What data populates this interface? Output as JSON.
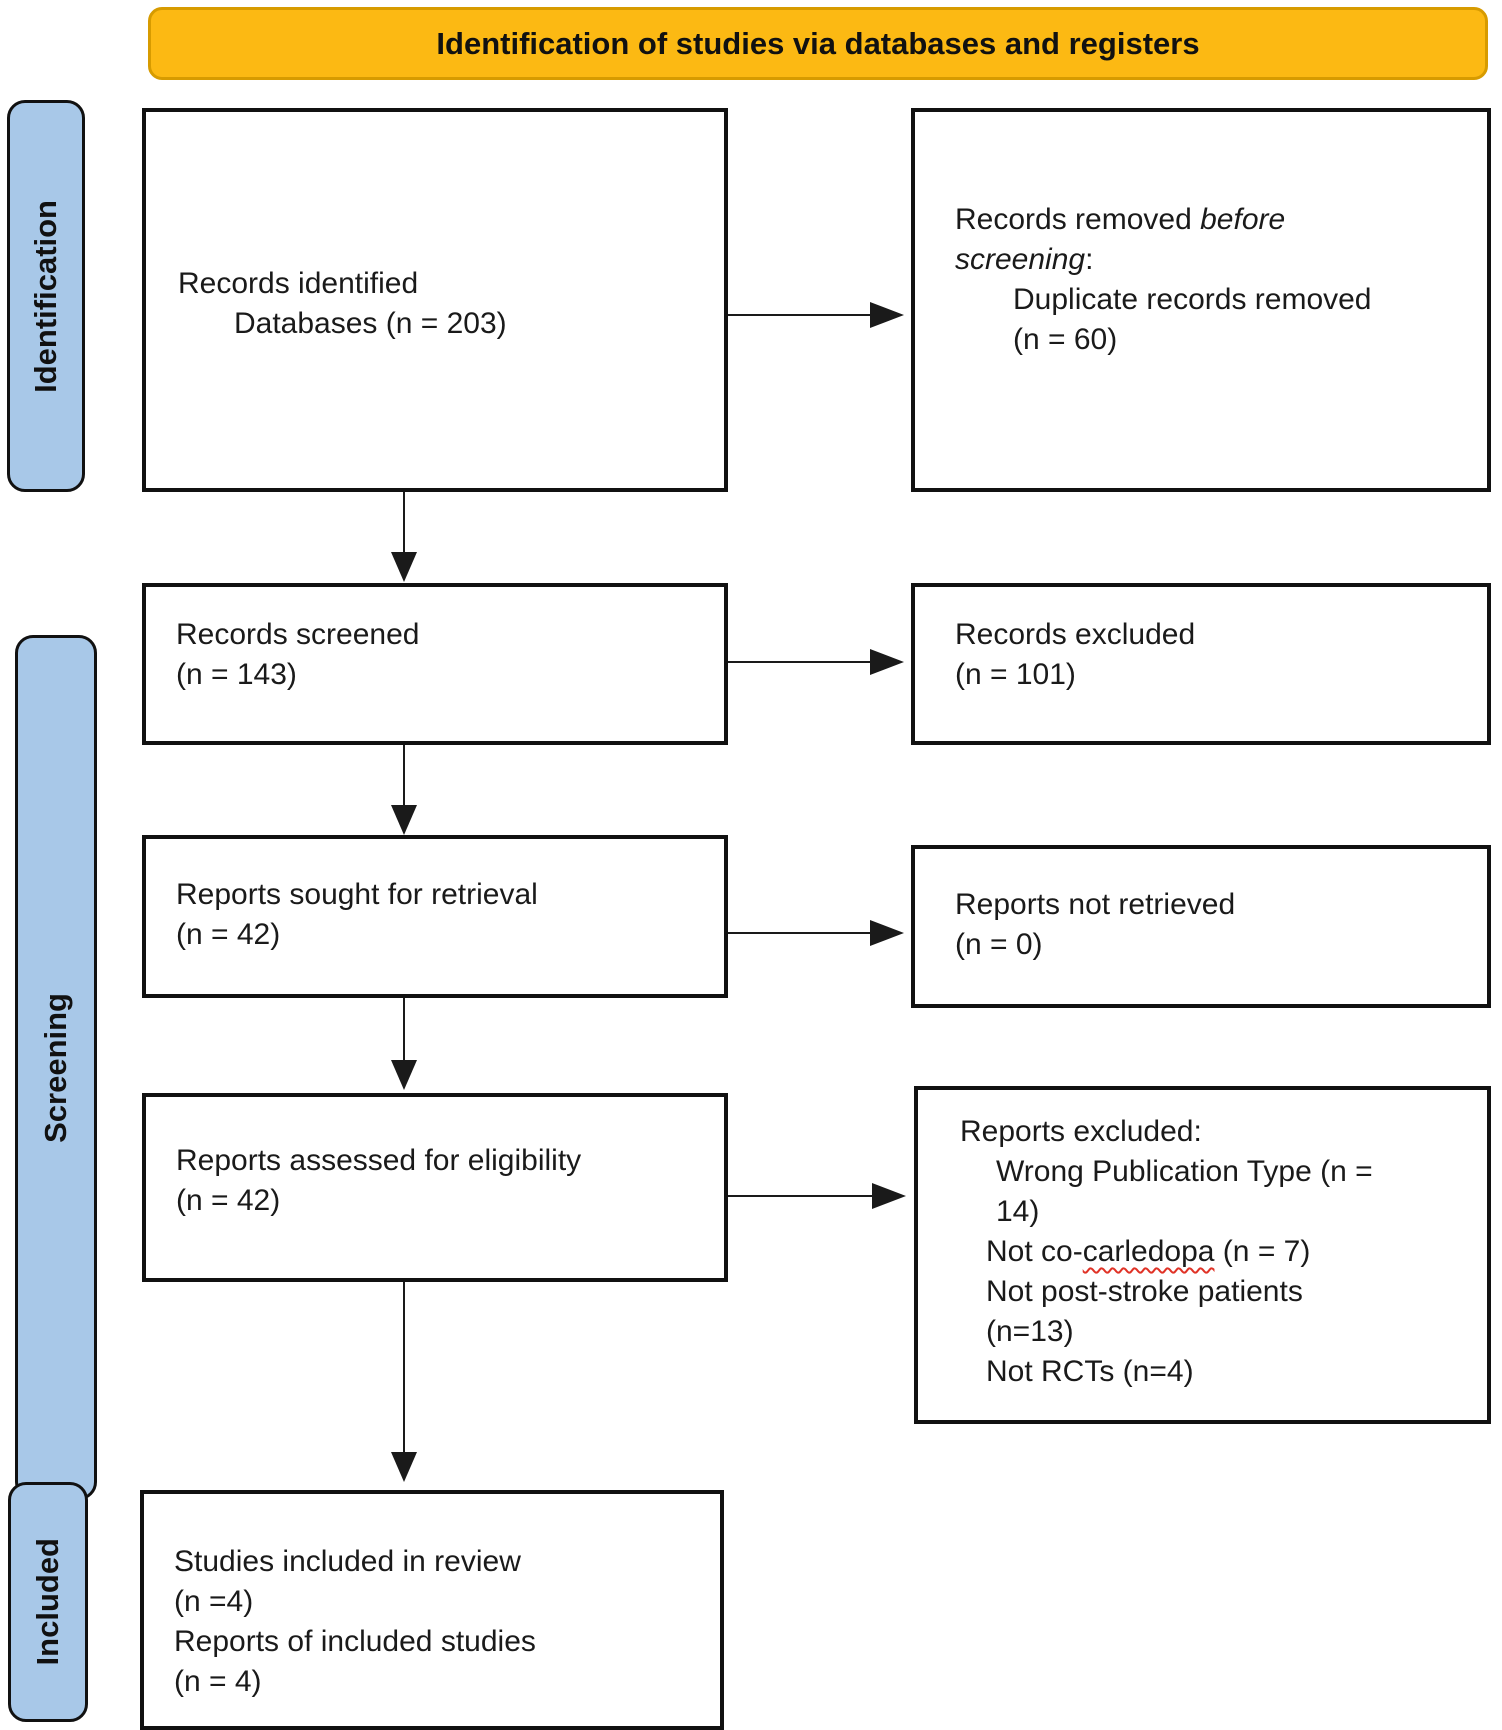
{
  "banner": {
    "title": "Identification of studies via databases and registers"
  },
  "stages": {
    "identification": "Identification",
    "screening": "Screening",
    "included": "Included"
  },
  "boxes": {
    "records_identified": {
      "line1": "Records identified",
      "line2": "Databases (n = 203)"
    },
    "records_removed": {
      "line1_prefix": "Records removed ",
      "line1_italic": "before screening",
      "line1_colon": ":",
      "sub_line1": "Duplicate records removed",
      "sub_line2": "(n = 60)"
    },
    "records_screened": {
      "line1": "Records screened",
      "line2": "(n = 143)"
    },
    "records_excluded": {
      "line1": "Records excluded",
      "line2": "(n = 101)"
    },
    "reports_sought": {
      "line1": "Reports sought for retrieval",
      "line2": "(n = 42)"
    },
    "reports_not_retrieved": {
      "line1": "Reports not retrieved",
      "line2": "(n = 0)"
    },
    "reports_assessed": {
      "line1": "Reports assessed for eligibility",
      "line2": "(n = 42)"
    },
    "reports_excluded": {
      "title": "Reports excluded:",
      "item1_line1": "Wrong Publication Type (n =",
      "item1_line2": "14)",
      "item2_prefix": "Not co-",
      "item2_misspelled": "carledopa",
      "item2_suffix": " (n = 7)",
      "item3_line1": "Not post-stroke patients",
      "item3_line2": "(n=13)",
      "item4": "Not RCTs (n=4)"
    },
    "studies_included": {
      "line1": "Studies included in review",
      "line2": "(n =4)",
      "line3": "Reports of included studies",
      "line4": "(n = 4)"
    }
  },
  "colors": {
    "banner_bg": "#FCB913",
    "banner_border": "#D79B00",
    "band_bg": "#A8C8E8",
    "box_border": "#111111",
    "ink": "#1a1a1a",
    "squiggle": "#E03226"
  }
}
